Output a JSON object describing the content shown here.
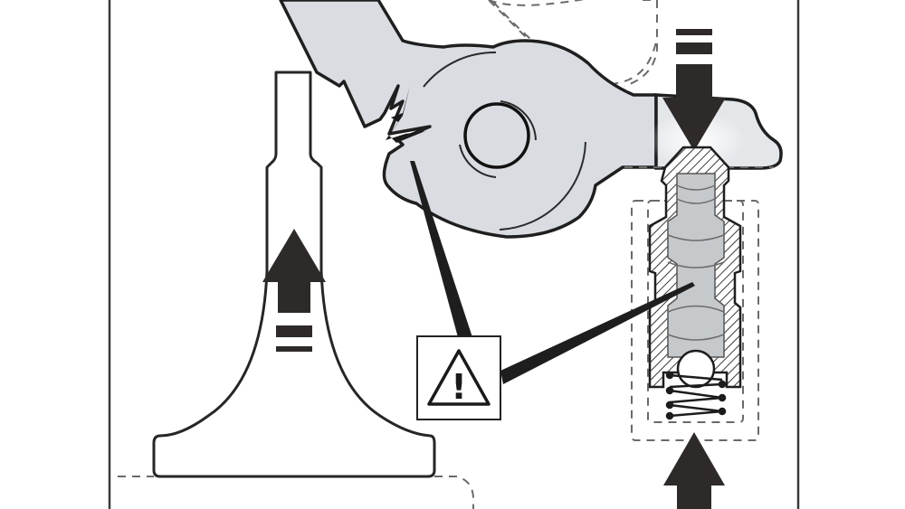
{
  "diagram": {
    "subject": "Rocker arm with hydraulic lash adjuster and valve stem cross-section",
    "colors": {
      "line": "#262626",
      "part_fill": "#d9dde1",
      "plunger_fill": "#c6c9cc",
      "arrow": "#2e2a29",
      "dashed": "#6a6a6a",
      "background": "#ffffff"
    },
    "components": [
      {
        "id": "frame",
        "label": "frame-border"
      },
      {
        "id": "rocker-arm",
        "label": "rocker-arm"
      },
      {
        "id": "pivot",
        "label": "pivot-circle"
      },
      {
        "id": "valve",
        "label": "valve-stem"
      },
      {
        "id": "lash-adjuster",
        "label": "hydraulic-lash-adjuster"
      },
      {
        "id": "check-ball",
        "label": "check-ball"
      },
      {
        "id": "spring",
        "label": "spring"
      },
      {
        "id": "warning",
        "label": "warning-sign"
      }
    ],
    "arrows": [
      {
        "direction": "down",
        "location": "above lash adjuster"
      },
      {
        "direction": "up",
        "location": "inside valve stem"
      },
      {
        "direction": "up",
        "location": "below lash adjuster"
      }
    ],
    "warning": {
      "symbol": "!",
      "icon": "warning-triangle-icon"
    }
  }
}
